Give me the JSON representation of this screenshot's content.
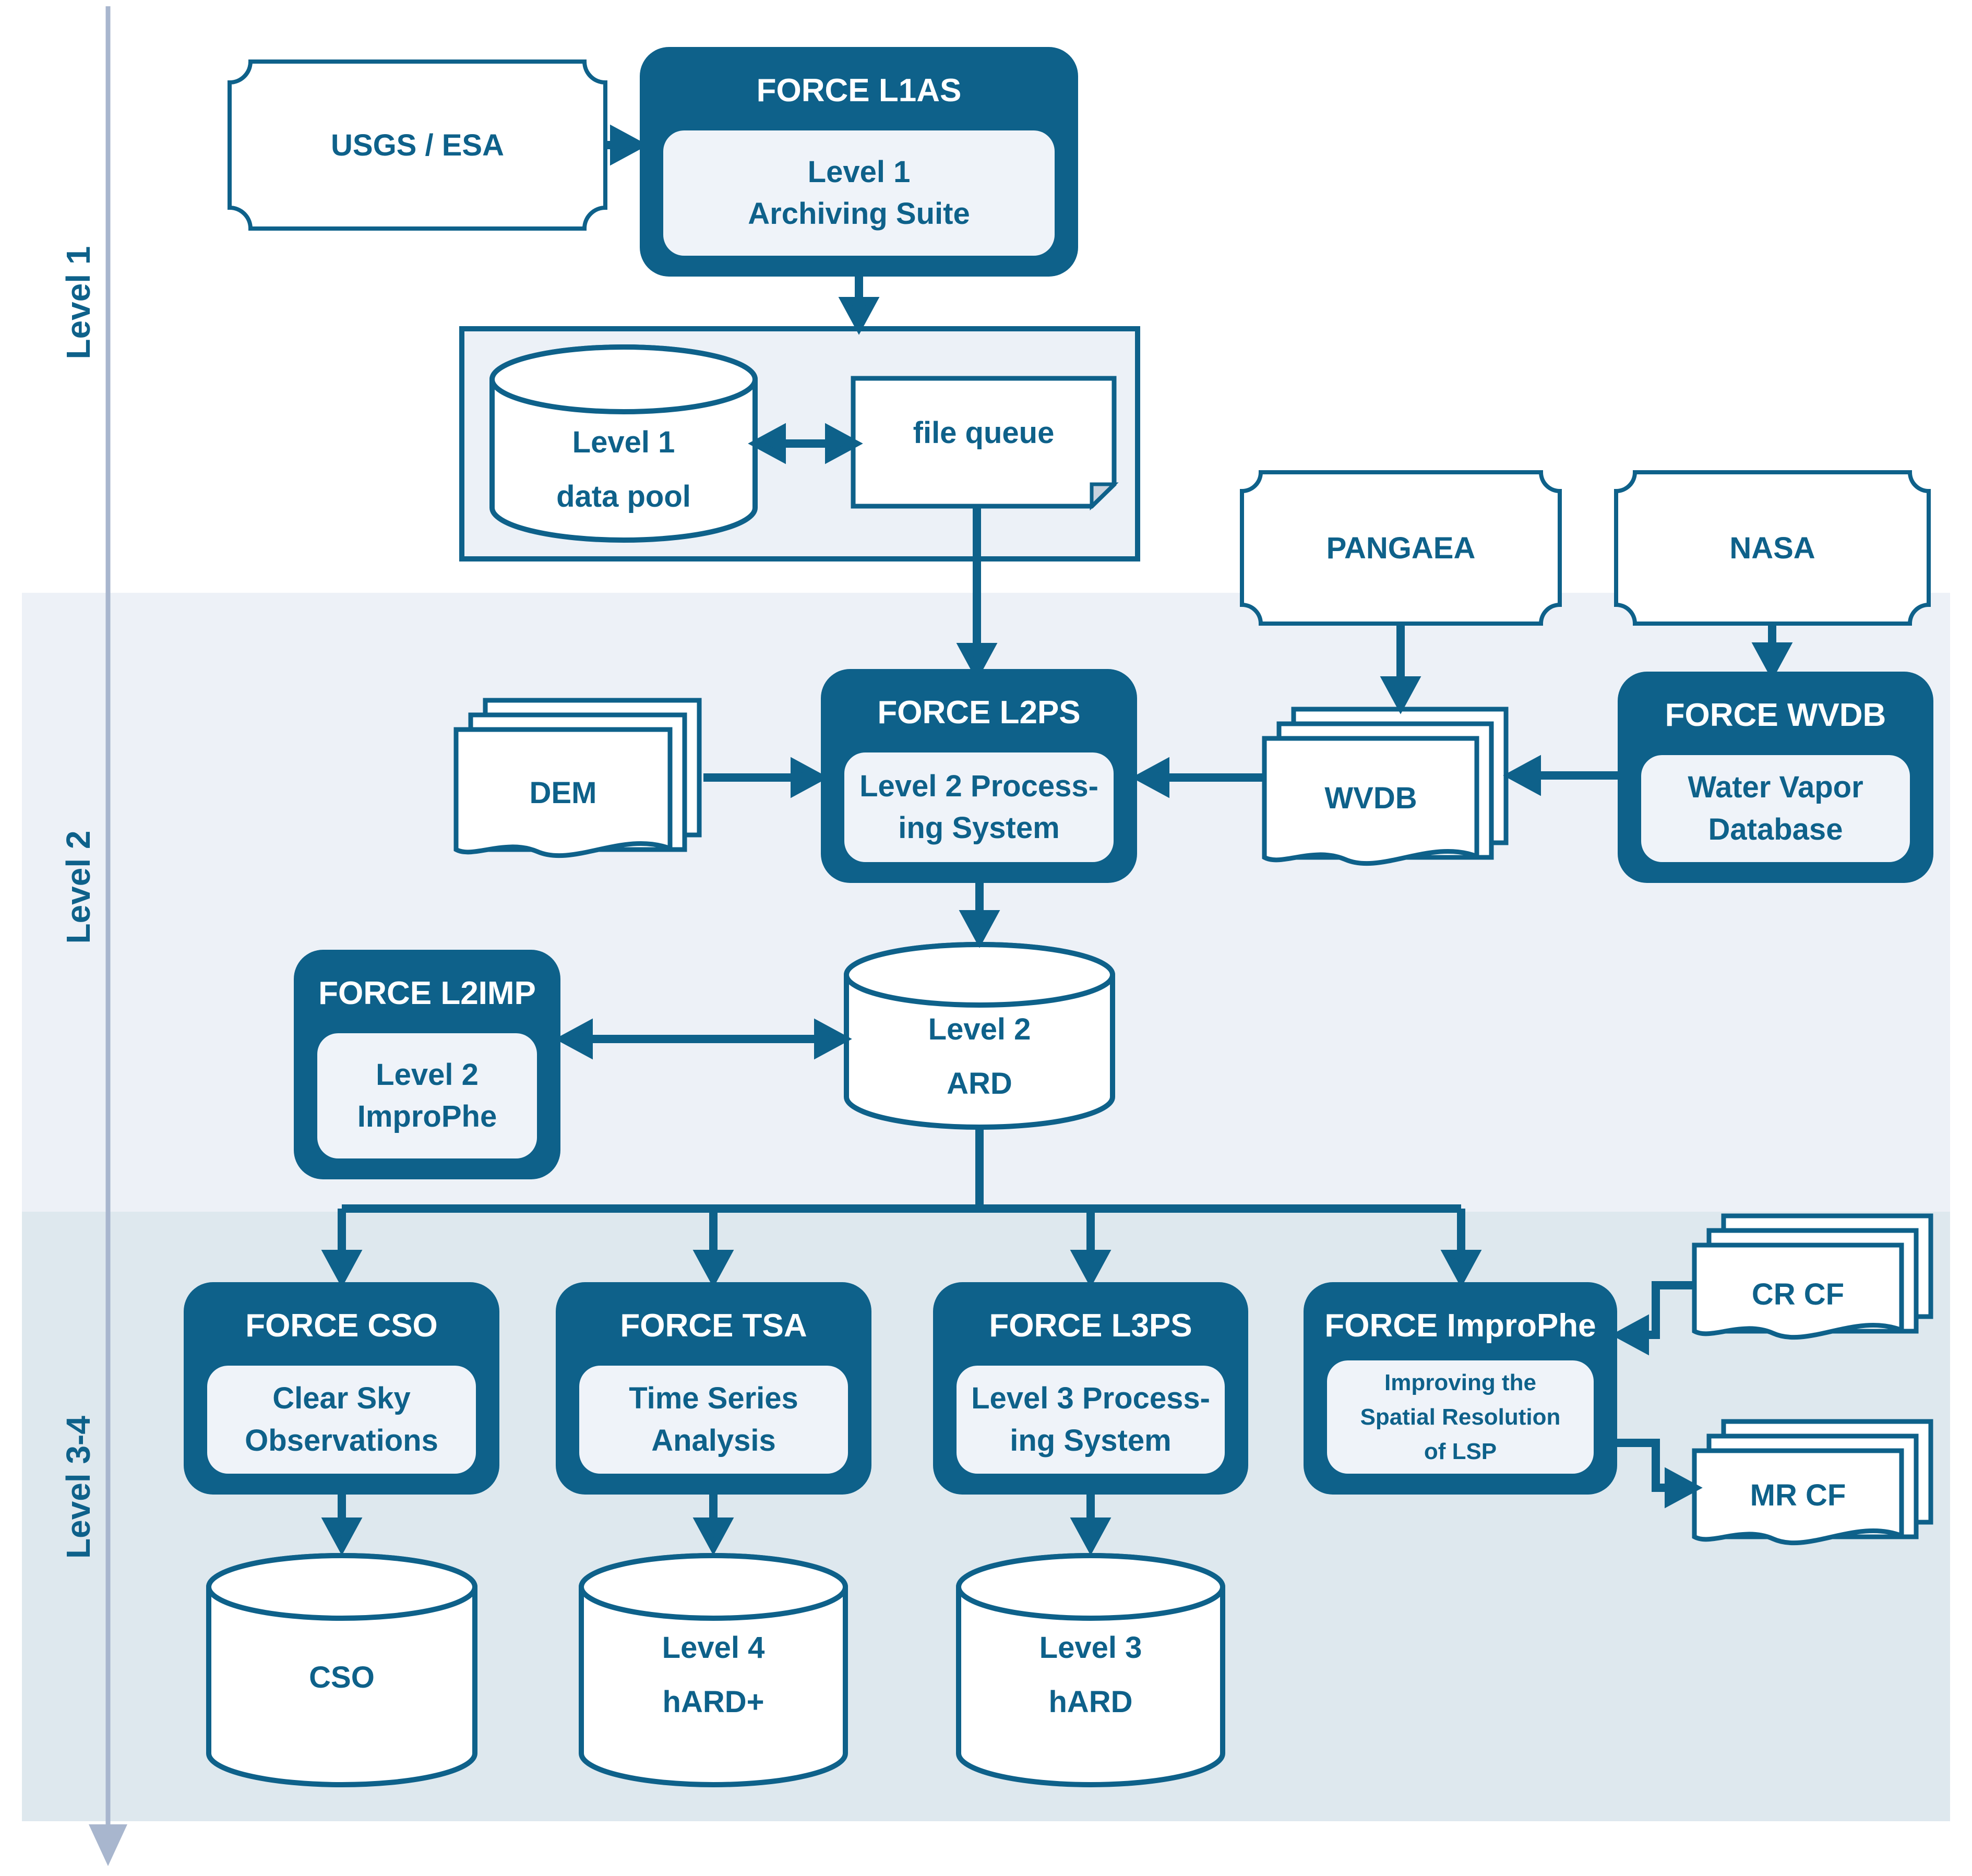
{
  "colors": {
    "primary": "#0E618A",
    "lane2_bg": "#EDF1F7",
    "lane34_bg": "#DEE8EE",
    "inner_bg": "#EFF3F9",
    "rail": "#A8B6CE",
    "fold": "#C9D3DF"
  },
  "lanes": [
    {
      "label": "Level 1"
    },
    {
      "label": "Level 2"
    },
    {
      "label": "Level 3-4"
    }
  ],
  "level1": {
    "source_badge": "USGS / ESA",
    "l1as": {
      "title": "FORCE L1AS",
      "body": "Level 1\nArchiving Suite"
    },
    "data_pool": "Level 1\ndata pool",
    "file_queue": "file queue"
  },
  "level2": {
    "pangaea_badge": "PANGAEA",
    "nasa_badge": "NASA",
    "dem": "DEM",
    "l2ps": {
      "title": "FORCE L2PS",
      "body": "Level 2 Process-\ning System"
    },
    "wvdb_stack": "WVDB",
    "force_wvdb": {
      "title": "FORCE WVDB",
      "body": "Water Vapor\nDatabase"
    },
    "l2imp": {
      "title": "FORCE L2IMP",
      "body": "Level 2\nImproPhe"
    },
    "ard": "Level 2\nARD"
  },
  "level34": {
    "cso": {
      "title": "FORCE CSO",
      "body": "Clear Sky\nObservations"
    },
    "tsa": {
      "title": "FORCE TSA",
      "body": "Time Series\nAnalysis"
    },
    "l3ps": {
      "title": "FORCE L3PS",
      "body": "Level 3 Process-\ning System"
    },
    "improphe": {
      "title": "FORCE ImproPhe",
      "body": "Improving the\nSpatial Resolution\nof LSP"
    },
    "cr_cf": "CR CF",
    "mr_cf": "MR CF",
    "cso_store": "CSO",
    "hard4": "Level 4\nhARD+",
    "hard3": "Level 3\nhARD"
  }
}
